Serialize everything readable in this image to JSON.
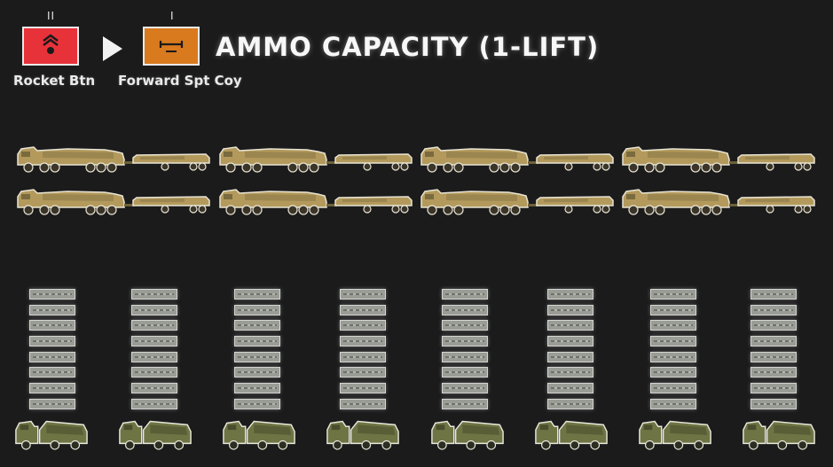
{
  "header": {
    "unit_from": {
      "label": "Rocket Btn",
      "echelon": "II",
      "color": "#e8323a",
      "icon": "rocket-unit-icon"
    },
    "unit_to": {
      "label": "Forward Spt Coy",
      "echelon": "I",
      "color": "#d97a1e",
      "icon": "support-unit-icon"
    },
    "arrow_icon": "play-arrow-icon",
    "title": "AMMO CAPACITY (1-LIFT)"
  },
  "vehicles": {
    "transport_trucks": {
      "rows": 2,
      "per_row": 4,
      "color": "#b39a5c",
      "icon": "heavy-transport-truck-icon"
    },
    "ammo_crate_stacks": {
      "stacks": 8,
      "crates_per_stack": 8,
      "color": "#9a9c96",
      "icon": "ammo-crate-icon"
    },
    "rocket_launchers": {
      "count": 8,
      "color": "#6f7444",
      "icon": "rocket-launcher-truck-icon"
    }
  }
}
